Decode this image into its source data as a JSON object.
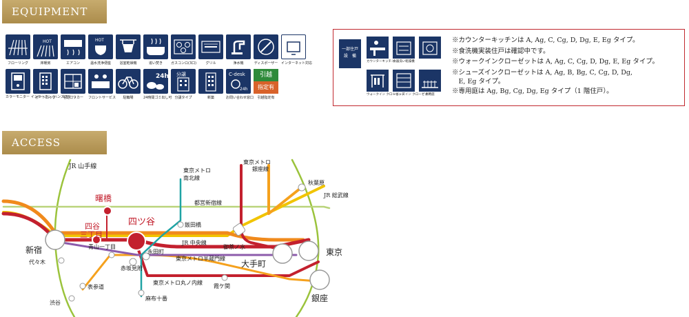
{
  "equipment": {
    "heading": "EQUIPMENT",
    "icons": [
      {
        "id": "flooring",
        "label": "フローリング",
        "glyph": "flooring-icon"
      },
      {
        "id": "floor-heating",
        "label": "床暖房",
        "glyph": "floor-heating-icon"
      },
      {
        "id": "aircon",
        "label": "エアコン",
        "glyph": "aircon-icon"
      },
      {
        "id": "washlet",
        "label": "温水洗浄便座",
        "glyph": "toilet-icon"
      },
      {
        "id": "bath-dryer",
        "label": "浴室乾燥機",
        "glyph": "bath-dryer-icon"
      },
      {
        "id": "reheat",
        "label": "追い焚き",
        "glyph": "bath-reheat-icon"
      },
      {
        "id": "gas-stove",
        "label": "ガスコンロ(3口)",
        "glyph": "gas-stove-icon"
      },
      {
        "id": "grill",
        "label": "グリル",
        "glyph": "grill-icon"
      },
      {
        "id": "water-purifier",
        "label": "浄水機",
        "glyph": "faucet-icon"
      },
      {
        "id": "disposer",
        "label": "ディスポーザー",
        "glyph": "disposer-icon"
      },
      {
        "id": "internet",
        "label": "インターネット対応",
        "glyph": "monitor-icon"
      },
      {
        "id": "handsfree",
        "label": "カラーモニター インターホン (ハンズフリー)",
        "glyph": "intercom-icon"
      },
      {
        "id": "autolock",
        "label": "オートロック",
        "glyph": "autolock-icon"
      },
      {
        "id": "delivery-locker",
        "label": "宅配ロッカー",
        "glyph": "locker-icon"
      },
      {
        "id": "front-service",
        "label": "フロントサービス",
        "glyph": "front-desk-icon"
      },
      {
        "id": "bicycle",
        "label": "駐輪場",
        "glyph": "bicycle-icon"
      },
      {
        "id": "garbage",
        "label": "24時間ゴミ出し可",
        "glyph": "garbage-24h-icon"
      },
      {
        "id": "bunjo",
        "label": "分譲タイプ",
        "glyph": "building-icon"
      },
      {
        "id": "new",
        "label": "新築",
        "glyph": "new-building-icon"
      },
      {
        "id": "cdesk",
        "label": "お問い合わせ窓口",
        "glyph": "cdesk-icon"
      },
      {
        "id": "moving",
        "label": "引越指定有",
        "glyph": "moving-icon"
      }
    ],
    "tile_texts": {
      "hot": "HOT",
      "hot2": "HOT",
      "h24": "24h",
      "bunjo": "分譲",
      "cdesk": "C-desk",
      "cdesk24": "24h",
      "moving1": "引越",
      "moving2": "指定有",
      "net": "インターネット対応"
    }
  },
  "notes_box": {
    "badge_line1": "一部住戸",
    "badge_line2": "設　備",
    "icons": [
      {
        "id": "counter-kitchen",
        "label": "カウンターキッチン"
      },
      {
        "id": "dish-dryer",
        "label": "食器洗い乾燥機"
      },
      {
        "id": "dish-washer",
        "label": ""
      },
      {
        "id": "walk-in",
        "label": "ウォークイン クローゼット"
      },
      {
        "id": "shoes-in",
        "label": "シューズイン クローゼット"
      },
      {
        "id": "garden",
        "label": "専用庭"
      }
    ],
    "notes": [
      "※カウンターキッチンは A, Ag, C, Cg, D, Dg, E, Eg タイプ。",
      "※食洗機実装住戸は確認中です。",
      "※ウォークインクローゼットは A, Ag, C, Cg, D, Dg, E, Eg タイプ。",
      "※シューズインクローゼットは A, Ag, B, Bg, C, Cg, D, Dg,",
      "　E, Eg タイプ。",
      "※専用庭は Ag, Bg, Cg, Dg, Eg タイプ（1 階住戸）。"
    ]
  },
  "access": {
    "heading": "ACCESS",
    "stations": {
      "shinjuku": "新宿",
      "yoyogi": "代々木",
      "shibuya": "渋谷",
      "omotesando": "表参道",
      "akebonobashi": "曙橋",
      "yotsuya": "四ツ谷",
      "yotsuya_3": "四谷",
      "yotsuya_3b": "三丁目",
      "aoyama": "青山一丁目",
      "akasaka_mitsuke": "赤坂見附",
      "nagatacho": "永田町",
      "azabu_juban": "麻布十番",
      "iidabashi": "飯田橋",
      "ochanomizu": "御茶ノ水",
      "akihabara": "秋葉原",
      "otemachi": "大手町",
      "tokyo": "東京",
      "ginza": "銀座",
      "kasumigaseki": "霞ケ関"
    },
    "lines": {
      "jr_yamanote": "JR 山手線",
      "namboku": "東京メトロ南北線",
      "namboku_1": "東京メトロ",
      "namboku_2": "南北線",
      "ginza_line_1": "東京メトロ",
      "ginza_line_2": "銀座線",
      "toei_shinjuku": "都営新宿線",
      "jr_sobu": "JR 総武線",
      "jr_chuo": "JR 中央線",
      "hanzomon": "東京メトロ半蔵門線",
      "marunouchi": "東京メトロ丸ノ内線"
    },
    "colors": {
      "marunouchi": "#c3202e",
      "chuo": "#f08a1c",
      "sobu": "#f1c400",
      "yamanote": "#9bc33c",
      "ginza": "#f5a11d",
      "namboku": "#1fa3a4",
      "hanzomon": "#8c5bab",
      "shinjuku_line": "#9fc25e",
      "highlight": "#c3202e"
    }
  }
}
